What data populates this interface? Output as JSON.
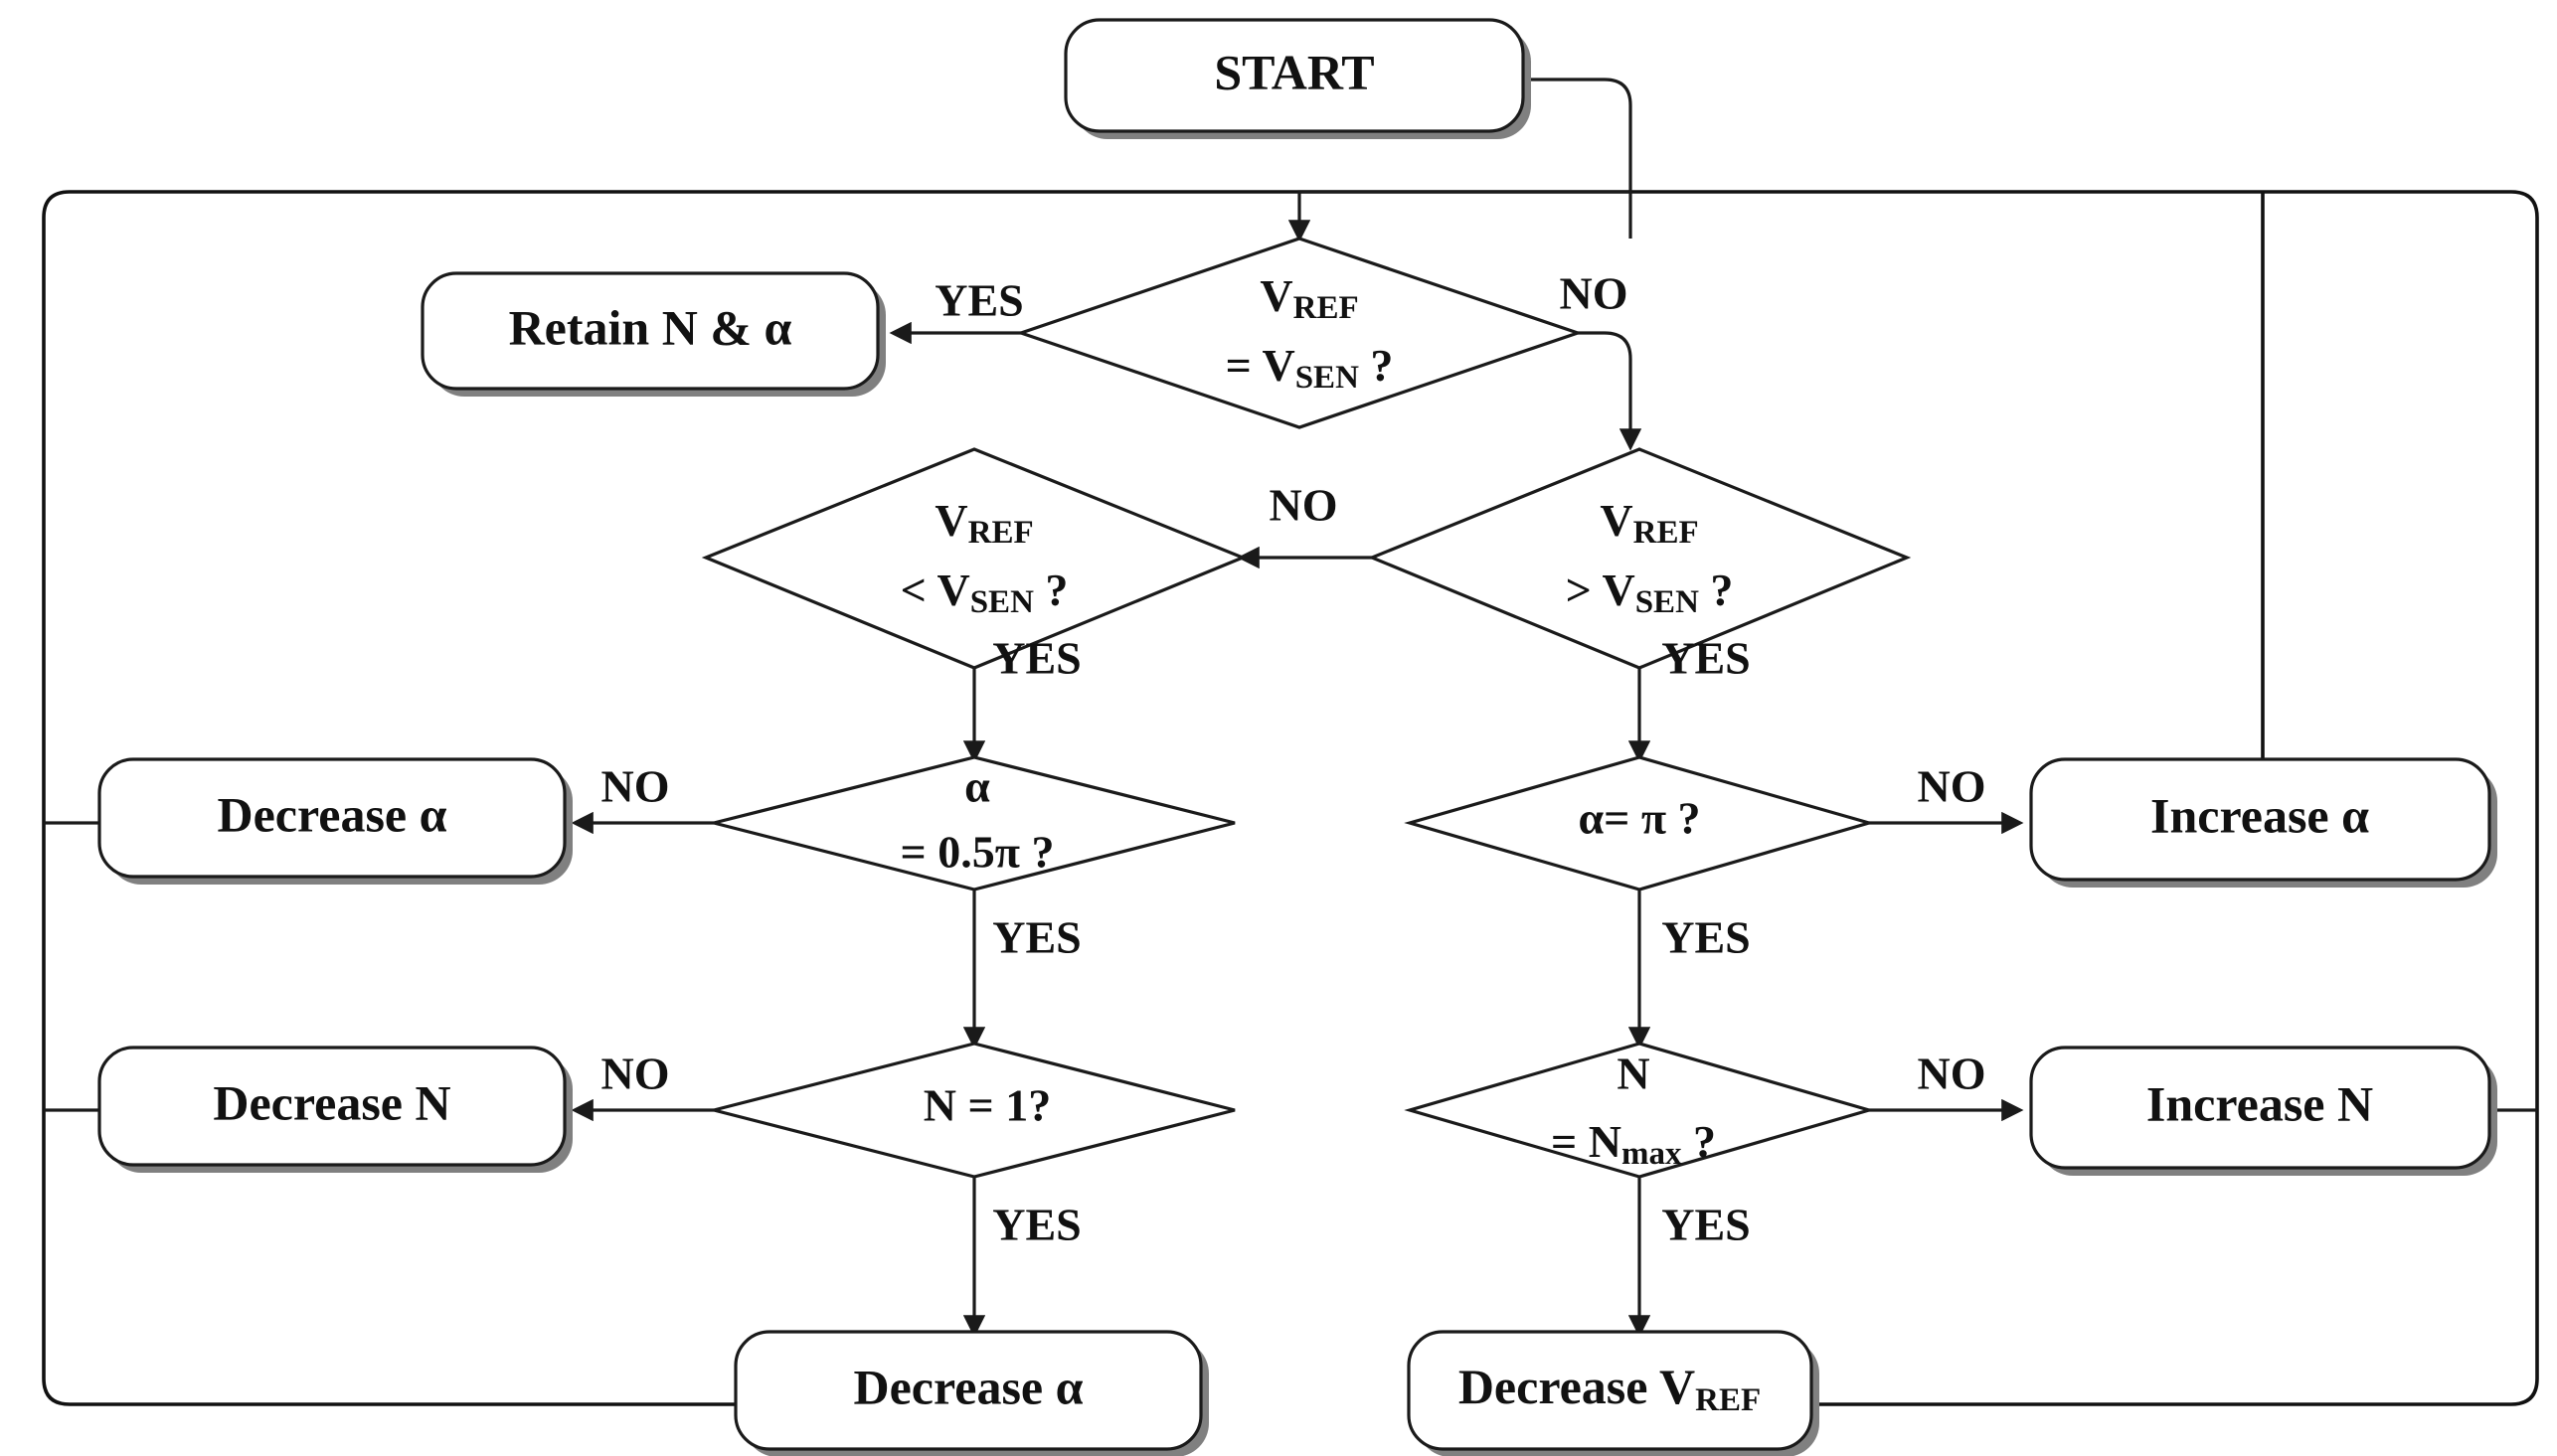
{
  "diagram": {
    "title": "Control algorithm flowchart",
    "colors": {
      "stroke": "#1a1a1a",
      "shadow": "#808080",
      "background": "#ffffff"
    },
    "nodes": {
      "start": {
        "id": "start",
        "type": "terminator",
        "label": "START"
      },
      "retain": {
        "id": "retain",
        "type": "process",
        "label": "Retain N & α"
      },
      "eq": {
        "id": "eq",
        "type": "decision",
        "line1": "V",
        "line1_sub": "REF",
        "line2_pre": "= V",
        "line2_sub": "SEN",
        "line2_post": " ?"
      },
      "less": {
        "id": "less",
        "type": "decision",
        "line1": "V",
        "line1_sub": "REF",
        "line2_pre": "< V",
        "line2_sub": "SEN",
        "line2_post": " ?"
      },
      "greater": {
        "id": "greater",
        "type": "decision",
        "line1": "V",
        "line1_sub": "REF",
        "line2_pre": "> V",
        "line2_sub": "SEN",
        "line2_post": " ?"
      },
      "alpha_half": {
        "id": "alpha_half",
        "type": "decision",
        "line1": "α",
        "line2": "= 0.5π ?"
      },
      "alpha_pi": {
        "id": "alpha_pi",
        "type": "decision",
        "line1": "α= π ?"
      },
      "dec_alpha": {
        "id": "dec_alpha",
        "type": "process",
        "label": "Decrease α"
      },
      "inc_alpha": {
        "id": "inc_alpha",
        "type": "process",
        "label": "Increase α"
      },
      "n_one": {
        "id": "n_one",
        "type": "decision",
        "line1": "N = 1?"
      },
      "n_max": {
        "id": "n_max",
        "type": "decision",
        "line1": "N",
        "line2_pre": "= N",
        "line2_sub": "max",
        "line2_post": " ?"
      },
      "dec_n": {
        "id": "dec_n",
        "type": "process",
        "label": "Decrease N"
      },
      "inc_n": {
        "id": "inc_n",
        "type": "process",
        "label": "Increase N"
      },
      "dec_alpha_b": {
        "id": "dec_alpha_b",
        "type": "process",
        "label": "Decrease α"
      },
      "dec_vref": {
        "id": "dec_vref",
        "type": "process",
        "label_pre": "Decrease V",
        "label_sub": "REF"
      }
    },
    "edge_labels": {
      "eq_yes": "YES",
      "eq_no": "NO",
      "greater_no": "NO",
      "less_yes": "YES",
      "greater_yes": "YES",
      "alpha_half_no": "NO",
      "alpha_half_yes": "YES",
      "alpha_pi_no": "NO",
      "alpha_pi_yes": "YES",
      "n_one_no": "NO",
      "n_one_yes": "YES",
      "n_max_no": "NO",
      "n_max_yes": "YES"
    }
  }
}
